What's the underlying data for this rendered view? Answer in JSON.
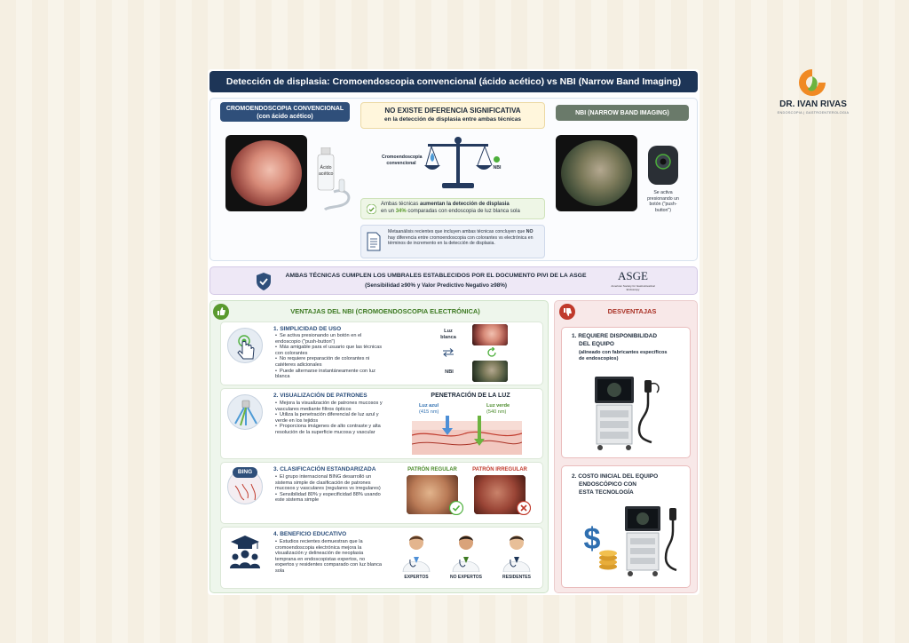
{
  "title": "Detección de displasia: Cromoendoscopia convencional (ácido acético) vs NBI (Narrow Band Imaging)",
  "brand": {
    "name": "DR. IVAN RIVAS",
    "subtitle": "ENDOSCOPIA | GASTROENTEROLOGIA",
    "colors": {
      "orange": "#f08a24",
      "green": "#6cb33f"
    }
  },
  "top": {
    "left_label": "CROMOENDOSCOPIA CONVENCIONAL (con ácido acético)",
    "bottle_label": "Ácido acético",
    "nodiff_title": "NO EXISTE DIFERENCIA SIGNIFICATIVA",
    "nodiff_sub": "en la detección de displasia entre ambas técnicas",
    "scale_left": "Cromoendoscopia convencional",
    "scale_right": "NBI",
    "green_text_1": "Ambas técnicas ",
    "green_bold": "aumentan la detección de displasia",
    "green_text_2": "en un ",
    "green_pct": "34%",
    "green_text_3": " comparadas con endoscopia de luz blanca sola",
    "blue_text_1": "Metaanálisis recientes que incluyen ambas técnicas concluyen que ",
    "blue_bold": "NO",
    "blue_text_2": " hay diferencia entre cromoendoscopia con colorantes vs electrónica en términos de incremento en la detección de displasia.",
    "right_label": "NBI (NARROW BAND IMAGING)",
    "button_caption": "Se activa presionando un botón (\"push-button\")"
  },
  "asge": {
    "line1": "AMBAS TÉCNICAS CUMPLEN LOS UMBRALES ESTABLECIDOS POR EL DOCUMENTO PIVI DE LA ASGE",
    "line2": "(Sensibilidad ≥90% y Valor Predictivo Negativo ≥98%)",
    "logo": "ASGE",
    "logo_sub": "American Society for Gastrointestinal Endoscopy"
  },
  "advantages": {
    "header": "VENTAJAS DEL NBI (CROMOENDOSCOPIA ELECTRÓNICA)",
    "items": [
      {
        "title": "1. SIMPLICIDAD DE USO",
        "bullets": [
          "Se activa presionando un botón en el endoscopio (\"push-button\")",
          "Más amigable para el usuario que las técnicas con colorantes",
          "No requiere preparación de colorantes ni catéteres adicionales",
          "Puede alternarse instantáneamente con luz blanca"
        ],
        "img_label_1": "Luz blanca",
        "img_label_2": "NBI"
      },
      {
        "title": "2. VISUALIZACIÓN DE PATRONES",
        "bullets": [
          "Mejora la visualización de patrones mucosos y vasculares mediante filtros ópticos",
          "Utiliza la penetración diferencial de luz azul y verde en los tejidos",
          "Proporciona imágenes de alto contraste y alta resolución de la superficie mucosa y vascular"
        ],
        "diagram_title": "PENETRACIÓN DE LA LUZ",
        "blue_light": "Luz azul",
        "blue_nm": "(415 nm)",
        "green_light": "Luz verde",
        "green_nm": "(540 nm)"
      },
      {
        "title": "3. CLASIFICACIÓN ESTANDARIZADA",
        "badge": "BING",
        "bullets": [
          "El grupo internacional BING desarrolló un sistema simple de clasificación de patrones mucosos y vasculares (regulares vs irregulares)",
          "Sensibilidad 80% y especificidad 88% usando este sistema simple"
        ],
        "regular": "PATRÓN REGULAR",
        "irregular": "PATRÓN IRREGULAR"
      },
      {
        "title": "4. BENEFICIO EDUCATIVO",
        "bullets": [
          "Estudios recientes demuestran que la cromoendoscopia electrónica mejora la visualización y delineación de neoplasia temprana en endoscopistas expertos, no expertos y residentes comparado con luz blanca sola"
        ],
        "people": [
          "EXPERTOS",
          "NO EXPERTOS",
          "RESIDENTES"
        ]
      }
    ]
  },
  "disadvantages": {
    "header": "DESVENTAJAS",
    "items": [
      {
        "title_1": "1. REQUIERE DISPONIBILIDAD",
        "title_2": "DEL EQUIPO",
        "sub": "(alineado con fabricantes específicos de endoscopios)"
      },
      {
        "title_1": "2. COSTO INICIAL DEL EQUIPO",
        "title_2": "ENDOSCÓPICO CON",
        "title_3": "ESTA TECNOLOGÍA",
        "dollar": "$"
      }
    ]
  }
}
